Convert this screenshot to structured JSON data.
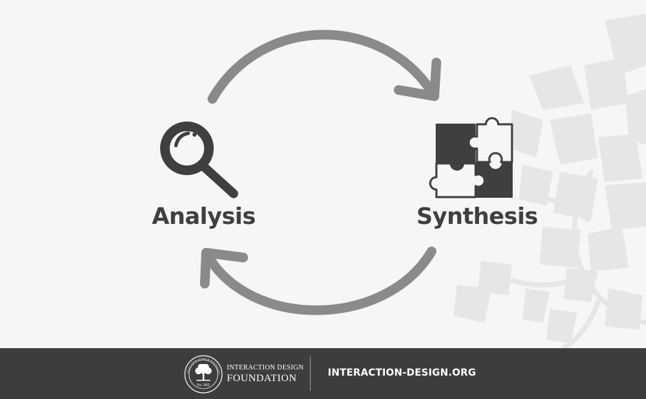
{
  "diagram": {
    "nodes": [
      {
        "id": "analysis",
        "label": "Analysis",
        "icon": "magnifying-glass-icon"
      },
      {
        "id": "synthesis",
        "label": "Synthesis",
        "icon": "puzzle-pieces-icon"
      }
    ],
    "edges": [
      {
        "from": "analysis",
        "to": "synthesis",
        "style": "curved-arrow-top"
      },
      {
        "from": "synthesis",
        "to": "analysis",
        "style": "curved-arrow-bottom"
      }
    ],
    "colors": {
      "background": "#f6f6f6",
      "arrow": "#8a8a8a",
      "icon": "#3f3f3f",
      "label": "#3f3f3f",
      "watermark": "#e6e6e6",
      "footer": "#3d3d3d"
    }
  },
  "footer": {
    "logo": {
      "icon": "tree-seal-icon",
      "ring_text": "INTERACTION DESIGN FOUNDATION",
      "est": "Est. 2002"
    },
    "org_line1": "INTERACTION DESIGN",
    "org_line2": "FOUNDATION",
    "website": "INTERACTION-DESIGN.ORG"
  }
}
